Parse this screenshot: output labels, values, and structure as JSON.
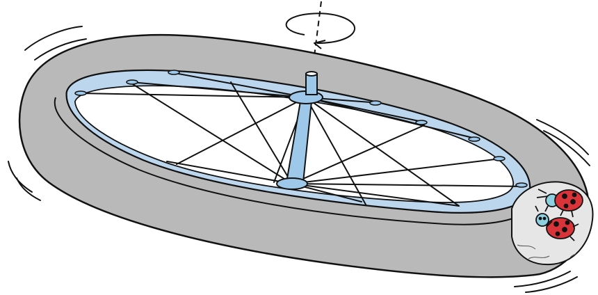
{
  "illustration": {
    "subject": "spinning-bicycle-wheel-with-ladybugs",
    "colors": {
      "tire": "#b9b9b9",
      "rim": "#bcd6ee",
      "hub": "#9ec8ea",
      "outline": "#111111",
      "ladybug_shell": "#d9343a",
      "ladybug_body": "#8fd0e0",
      "tire_patch": "#e6e6e6"
    },
    "spoke_count": 16,
    "ladybug_count": 2
  }
}
